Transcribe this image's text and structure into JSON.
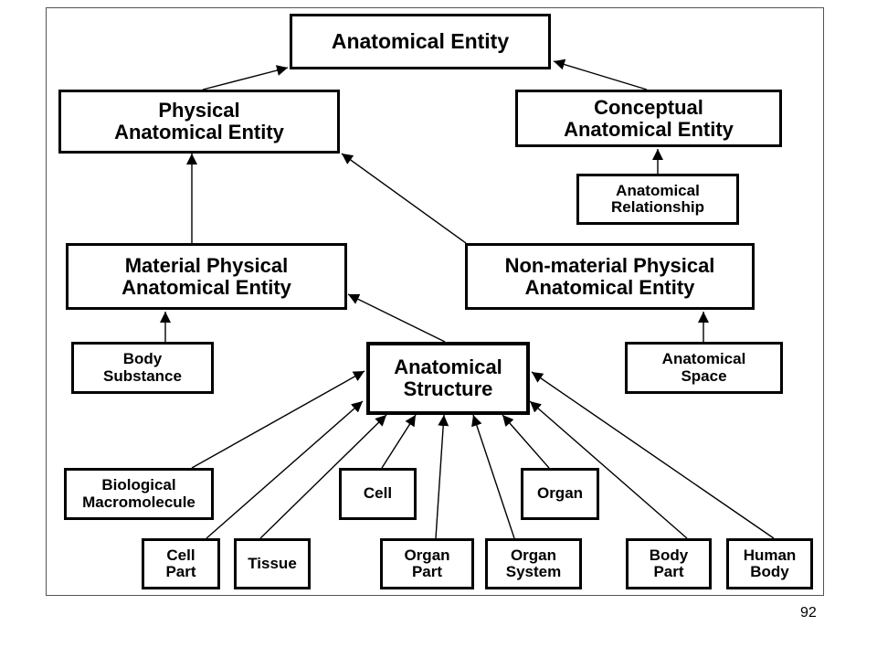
{
  "diagram": {
    "nodes": {
      "anatomical_entity": "Anatomical Entity",
      "physical_anatomical_entity": "Physical\nAnatomical Entity",
      "conceptual_anatomical_entity": "Conceptual\nAnatomical Entity",
      "anatomical_relationship": "Anatomical\nRelationship",
      "material_physical_anatomical_entity": "Material Physical\nAnatomical Entity",
      "non_material_physical_anatomical_entity": "Non-material Physical\nAnatomical Entity",
      "body_substance": "Body\nSubstance",
      "anatomical_structure": "Anatomical\nStructure",
      "anatomical_space": "Anatomical\nSpace",
      "biological_macromolecule": "Biological\nMacromolecule",
      "cell": "Cell",
      "organ": "Organ",
      "cell_part": "Cell\nPart",
      "tissue": "Tissue",
      "organ_part": "Organ\nPart",
      "organ_system": "Organ\nSystem",
      "body_part": "Body\nPart",
      "human_body": "Human\nBody"
    },
    "edges": [
      {
        "from": "physical_anatomical_entity",
        "to": "anatomical_entity"
      },
      {
        "from": "conceptual_anatomical_entity",
        "to": "anatomical_entity"
      },
      {
        "from": "anatomical_relationship",
        "to": "conceptual_anatomical_entity"
      },
      {
        "from": "material_physical_anatomical_entity",
        "to": "physical_anatomical_entity"
      },
      {
        "from": "non_material_physical_anatomical_entity",
        "to": "physical_anatomical_entity"
      },
      {
        "from": "body_substance",
        "to": "material_physical_anatomical_entity"
      },
      {
        "from": "anatomical_structure",
        "to": "material_physical_anatomical_entity"
      },
      {
        "from": "anatomical_space",
        "to": "non_material_physical_anatomical_entity"
      },
      {
        "from": "biological_macromolecule",
        "to": "anatomical_structure"
      },
      {
        "from": "cell_part",
        "to": "anatomical_structure"
      },
      {
        "from": "tissue",
        "to": "anatomical_structure"
      },
      {
        "from": "cell",
        "to": "anatomical_structure"
      },
      {
        "from": "organ_part",
        "to": "anatomical_structure"
      },
      {
        "from": "organ_system",
        "to": "anatomical_structure"
      },
      {
        "from": "organ",
        "to": "anatomical_structure"
      },
      {
        "from": "body_part",
        "to": "anatomical_structure"
      },
      {
        "from": "human_body",
        "to": "anatomical_structure"
      }
    ]
  },
  "footer": {
    "page_number": "92"
  }
}
